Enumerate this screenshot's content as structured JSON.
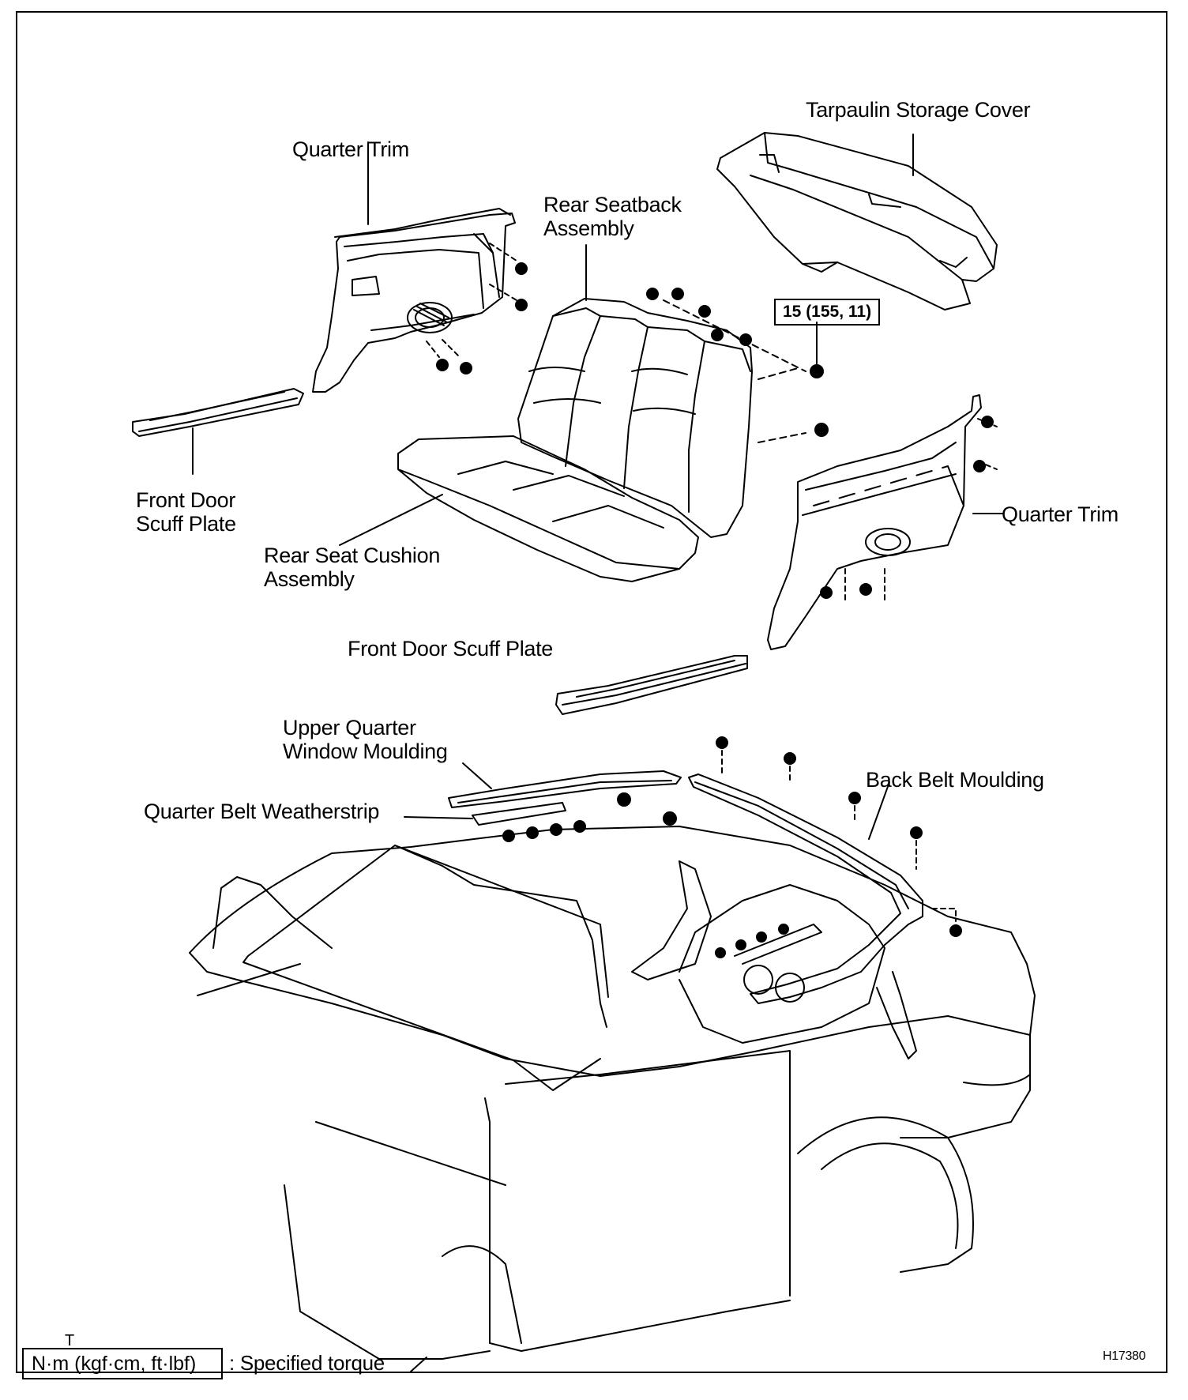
{
  "labels": {
    "tarpaulin_storage_cover": "Tarpaulin Storage Cover",
    "quarter_trim_left": "Quarter Trim",
    "rear_seatback_line1": "Rear Seatback",
    "rear_seatback_line2": "Assembly",
    "torque_value": "15 (155, 11)",
    "front_door_scuff_left_line1": "Front Door",
    "front_door_scuff_left_line2": "Scuff Plate",
    "rear_seat_cushion_line1": "Rear Seat Cushion",
    "rear_seat_cushion_line2": "Assembly",
    "quarter_trim_right": "Quarter Trim",
    "front_door_scuff_right": "Front Door Scuff Plate",
    "upper_quarter_line1": "Upper Quarter",
    "upper_quarter_line2": "Window Moulding",
    "quarter_belt_weatherstrip": "Quarter Belt Weatherstrip",
    "back_belt_moulding": "Back Belt Moulding"
  },
  "legend": {
    "t_mark": "T",
    "unit": "N·m (kgf·cm, ft·lbf)",
    "description": ": Specified torque"
  },
  "figure_id": "H17380"
}
